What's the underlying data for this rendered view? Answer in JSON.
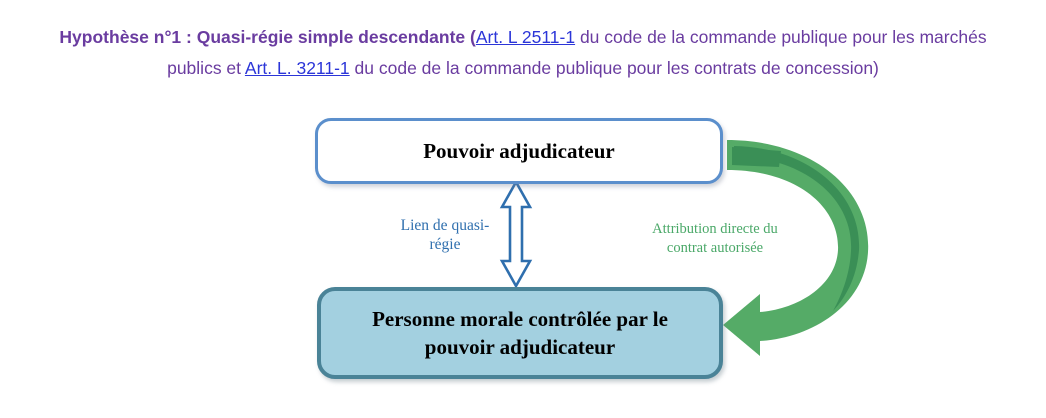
{
  "title": {
    "line1_bold": "Hypothèse n°1 : Quasi-régie simple descendante (",
    "line1_link": "Art. L 2511-1",
    "line1_rest": " du code de la commande publique pour les marchés",
    "line2_pre": "publics et ",
    "line2_link": "Art. L. 3211-1",
    "line2_rest": " du code de la commande publique pour les contrats de concession)",
    "text_color": "#6a3ca0",
    "link_color": "#2b35d8"
  },
  "diagram": {
    "top_node": {
      "label": "Pouvoir adjudicateur",
      "fill": "#ffffff",
      "border": "#5b8fcc"
    },
    "bottom_node": {
      "line1": "Personne morale contrôlée par le",
      "line2": "pouvoir adjudicateur",
      "fill": "#a3d0e0",
      "border": "#4a8397"
    },
    "link_arrow": {
      "label_line1": "Lien de quasi-",
      "label_line2": "régie",
      "color": "#2f6fae",
      "style": "double-headed-vertical"
    },
    "attribution_arrow": {
      "label_line1": "Attribution directe du",
      "label_line2": "contrat autorisée",
      "color": "#4aa868",
      "accent_color": "#3a8f56",
      "style": "curved-right-down"
    }
  }
}
